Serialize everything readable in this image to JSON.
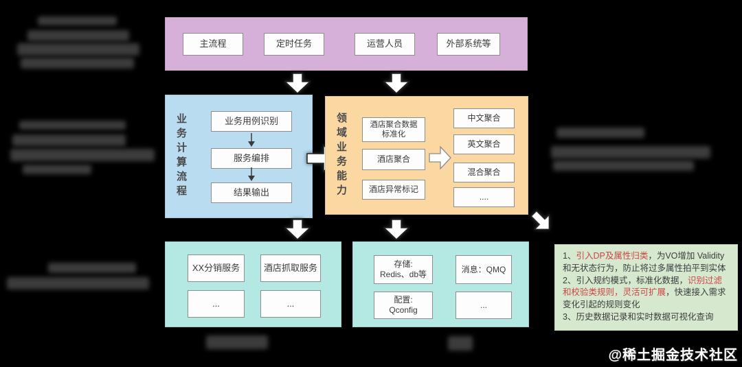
{
  "entry_layer": {
    "boxes": [
      "主流程",
      "定时任务",
      "运营人员",
      "外部系统等"
    ]
  },
  "business_compute_flow": {
    "title": "业务计算流程",
    "steps": [
      "业务用例识别",
      "服务编排",
      "结果输出"
    ]
  },
  "domain_capability": {
    "title": "领域业务能力",
    "processes": [
      "酒店聚合数据\n标准化",
      "酒店聚合",
      "酒店异常标记"
    ],
    "aggregation_types": [
      "中文聚合",
      "英文聚合",
      "混合聚合",
      "...."
    ]
  },
  "services_layer": {
    "boxes": [
      "XX分销服务",
      "酒店抓取服务",
      "...",
      "..."
    ]
  },
  "middleware_layer": {
    "boxes": [
      "存储:\nRedis、db等",
      "消息：QMQ",
      "配置:\nQconfig",
      "..."
    ]
  },
  "notes_panel": {
    "items": [
      {
        "prefix": "1、",
        "highlight": "引入DP及属性归类",
        "rest": "，为VO增加 Validity 和无状态行为，防止将过多属性拍平到实体"
      },
      {
        "prefix": "2、引入规约模式，标准化数据，",
        "highlight": "识别过滤和校验类规则，灵活可扩展",
        "rest": "，快速接入需求变化引起的规则变化"
      },
      {
        "prefix": "3、历史数据记录和实时数据可视化查询",
        "highlight": "",
        "rest": ""
      }
    ]
  },
  "watermark": "@稀土掘金技术社区",
  "colors": {
    "background": "#000000",
    "entry_layer": "#d6b0d8",
    "business_flow_layer": "#b9dcf0",
    "domain_capability_layer": "#fbd8a2",
    "infrastructure_layers": "#b3e9e2",
    "notes_layer": "#d6e9cf",
    "notes_highlight_text": "#cc4545",
    "inner_box": "#fdfdfd",
    "inner_box_border": "#8d8d8d"
  }
}
